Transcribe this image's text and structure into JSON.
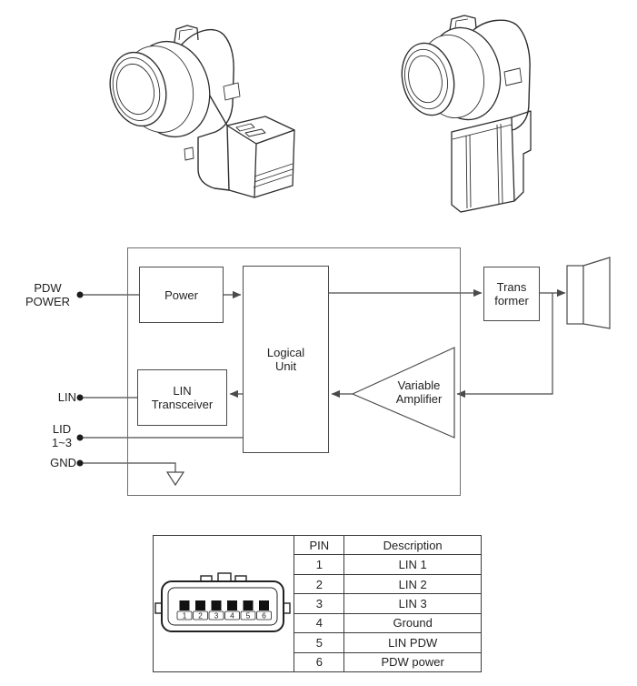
{
  "diagram": {
    "inputs": {
      "pdw_power_line1": "PDW",
      "pdw_power_line2": "POWER",
      "lin": "LIN",
      "lid_line1": "LID",
      "lid_line2": "1~3",
      "gnd": "GND"
    },
    "blocks": {
      "power": "Power",
      "logical_line1": "Logical",
      "logical_line2": "Unit",
      "transceiver_line1": "LIN",
      "transceiver_line2": "Transceiver",
      "transformer_line1": "Trans",
      "transformer_line2": "former",
      "amplifier_line1": "Variable",
      "amplifier_line2": "Amplifier"
    }
  },
  "pin_table": {
    "headers": [
      "PIN",
      "Description"
    ],
    "rows": [
      [
        "1",
        "LIN 1"
      ],
      [
        "2",
        "LIN 2"
      ],
      [
        "3",
        "LIN 3"
      ],
      [
        "4",
        "Ground"
      ],
      [
        "5",
        "LIN PDW"
      ],
      [
        "6",
        "PDW power"
      ]
    ],
    "connector_pins": [
      "1",
      "2",
      "3",
      "4",
      "5",
      "6"
    ]
  },
  "colors": {
    "line": "#4a4a4a",
    "outer_box": "#6e6e6e",
    "table_border": "#3b3b3b",
    "text": "#1f1f1f",
    "pin_fill": "#111111"
  }
}
